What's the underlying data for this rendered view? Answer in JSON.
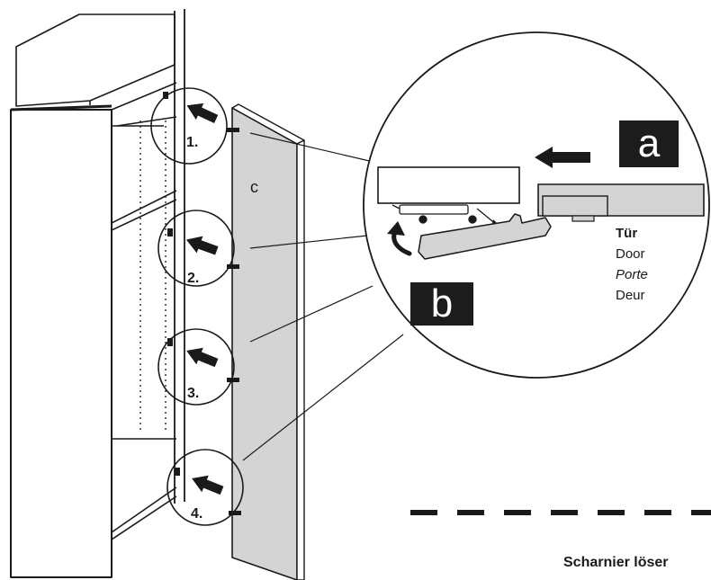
{
  "labels": {
    "panel": "c",
    "step_a": "a",
    "step_b": "b"
  },
  "steps": [
    "1.",
    "2.",
    "3.",
    "4."
  ],
  "door_terms": {
    "de": "Tür",
    "en": "Door",
    "fr": "Porte",
    "nl": "Deur"
  },
  "caption": "Scharnier löser",
  "colors": {
    "line": "#1a1a1a",
    "panel_fill": "#d4d4d4",
    "badge_fill": "#1c1c1c",
    "badge_text": "#ffffff"
  },
  "icons": {
    "direction_arrow": "arrow-left-icon",
    "rotation_arrow": "curved-arrow-icon",
    "step_arrows": "arrow-right-icon"
  }
}
